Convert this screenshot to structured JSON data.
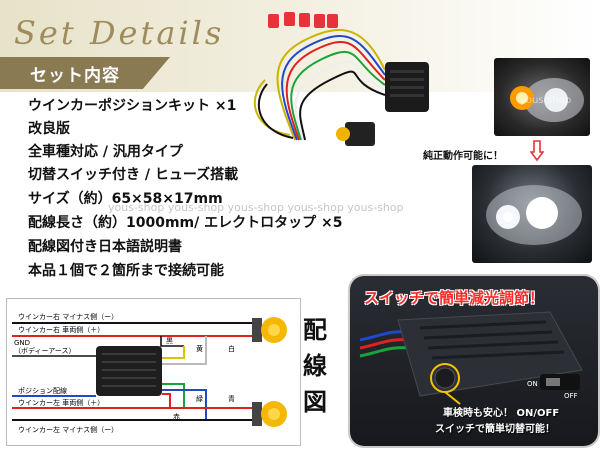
{
  "header": {
    "script_title": "Set Details",
    "section_title": "セット内容"
  },
  "specs": [
    "ウインカーポジションキット ×1",
    "改良版",
    "全車種対応 / 汎用タイプ",
    "切替スイッチ付き / ヒューズ搭載",
    "サイズ（約）65×58×17mm",
    "配線長さ（約）1000mm/ エレクトロタップ ×5",
    "配線図付き日本語説明書",
    "本品１個で２箇所まで接続可能"
  ],
  "watermark": {
    "main": "yous-shop yous-shop yous-shop yous-shop yous-shop",
    "photo": "yous-shop"
  },
  "photos": {
    "caption": "純正動作可能に！",
    "arrow_icon": "down-arrow-icon"
  },
  "wiring": {
    "label_right_minus": "ウインカー右 マイナス側（ー）",
    "label_right_plus": "ウインカー右 車両側（＋）",
    "label_gnd": "GND",
    "label_body": "（ボディーアース）",
    "label_position": "ポジション配線",
    "label_left_plus": "ウインカー左 車両側（＋）",
    "label_left_minus": "ウインカー左 マイナス側（ー）",
    "color_black": "黒",
    "color_yellow": "黄",
    "color_white": "白",
    "color_red": "赤",
    "color_green": "緑",
    "color_blue": "青",
    "tag": [
      "配",
      "線",
      "図"
    ]
  },
  "switch_panel": {
    "title": "スイッチで簡単減光調節！",
    "note_1": "車検時も安心！ ON/OFF",
    "note_2": "スイッチで簡単切替可能！",
    "switch_on": "ON",
    "switch_off": "OFF"
  },
  "colors": {
    "accent_gold": "#9f8c5c",
    "tab_brown": "#8a7a52",
    "title_red": "#ff2a2a",
    "lamp_amber": "#f5b800"
  }
}
